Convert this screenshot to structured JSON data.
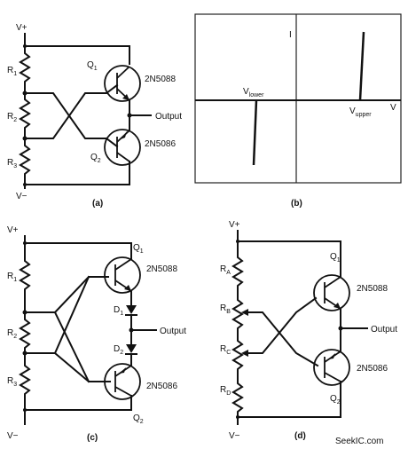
{
  "panel_a": {
    "vplus": "V+",
    "vminus": "V−",
    "r1": "R",
    "r1_sub": "1",
    "r2": "R",
    "r2_sub": "2",
    "r3": "R",
    "r3_sub": "3",
    "q1": "Q",
    "q1_sub": "1",
    "q2": "Q",
    "q2_sub": "2",
    "q1_part": "2N5088",
    "q2_part": "2N5086",
    "output": "Output",
    "caption": "(a)"
  },
  "panel_b": {
    "i_axis": "I",
    "v_axis": "V",
    "v_lower": "V",
    "v_lower_sub": "lower",
    "v_upper": "V",
    "v_upper_sub": "upper",
    "caption": "(b)"
  },
  "panel_c": {
    "vplus": "V+",
    "vminus": "V−",
    "r1": "R",
    "r1_sub": "1",
    "r2": "R",
    "r2_sub": "2",
    "r3": "R",
    "r3_sub": "3",
    "q1": "Q",
    "q1_sub": "1",
    "q2": "Q",
    "q2_sub": "2",
    "d1": "D",
    "d1_sub": "1",
    "d2": "D",
    "d2_sub": "2",
    "q1_part": "2N5088",
    "q2_part": "2N5086",
    "output": "Output",
    "caption": "(c)"
  },
  "panel_d": {
    "vplus": "V+",
    "vminus": "V−",
    "ra": "R",
    "ra_sub": "A",
    "rb": "R",
    "rb_sub": "B",
    "rc": "R",
    "rc_sub": "C",
    "rd": "R",
    "rd_sub": "D",
    "q1": "Q",
    "q1_sub": "1",
    "q2": "Q",
    "q2_sub": "2",
    "q1_part": "2N5088",
    "q2_part": "2N5086",
    "output": "Output",
    "caption": "(d)"
  },
  "watermark": "SeekIC.com"
}
